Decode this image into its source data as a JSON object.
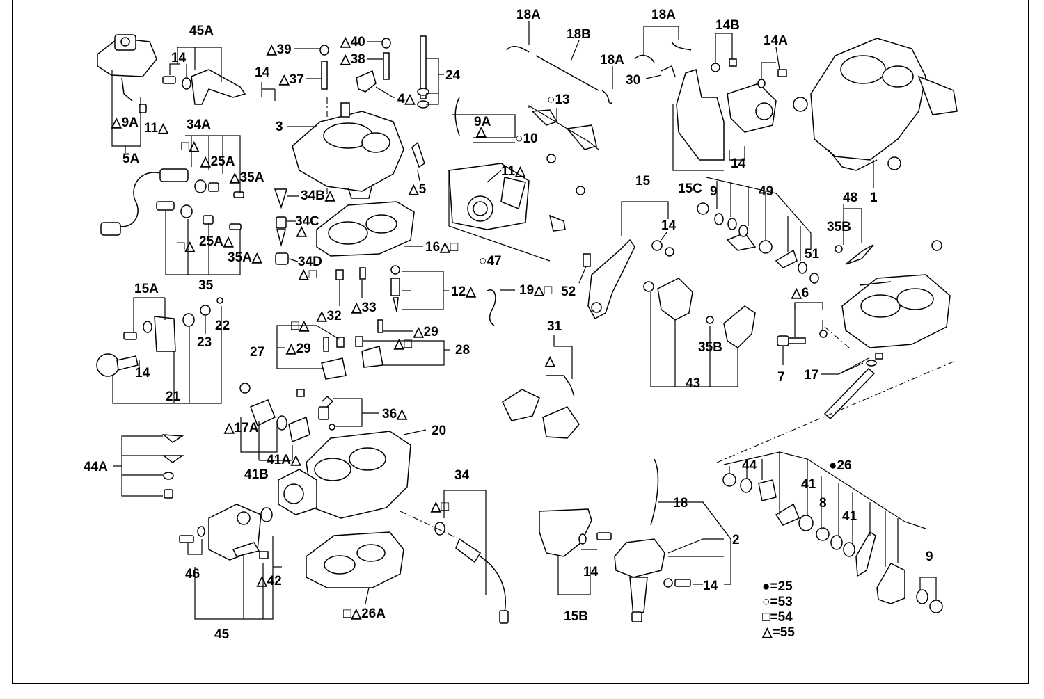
{
  "labels": {
    "l45A": "45A",
    "l14_a": "14",
    "l9A_5A": "△9A",
    "l11_a": "11△",
    "l5A": "5A",
    "l39": "△39",
    "l40": "△40",
    "l38": "△38",
    "l37": "△37",
    "l24": "24",
    "l14_b": "14",
    "l4": "4△",
    "l3": "3",
    "l5": "△5",
    "l34A": "34A",
    "l34A_sym": "□△",
    "l25A": "△25A",
    "l35A": "△35A",
    "l34B": "34B△",
    "l34C": "34C",
    "l34C_sym": "△",
    "l25A2": "25A△",
    "l25A2_sym": "□△",
    "l35A2": "35A△",
    "l35": "35",
    "l34D": "34D",
    "l34D_sym": "△□",
    "l16": "16△□",
    "l18A_1": "18A",
    "l18B": "18B",
    "l18A_2": "18A",
    "l18A_3": "18A",
    "l30": "30",
    "l14B": "14B",
    "l14A": "14A",
    "l14_c": "14",
    "l15C": "15C",
    "l13": "○13",
    "l9A_mid": "9A",
    "l9A_mid_sym": "△",
    "l10": "○10",
    "l11_b": "11△",
    "l47": "○47",
    "l1": "1",
    "l9": "9",
    "l49": "49",
    "l51": "51",
    "l48": "48",
    "l35B_a": "35B",
    "l15": "15",
    "l14_d": "14",
    "l52": "52",
    "l12": "12△",
    "l19": "19△□",
    "l32": "△32",
    "l33": "△33",
    "l27": "27",
    "l27_sym": "□△",
    "l29_a": "△29",
    "l29_b": "△29",
    "l28": "28",
    "l28_sym": "△□",
    "l15A": "15A",
    "l22": "22",
    "l23": "23",
    "l14_e": "14",
    "l21": "21",
    "l31": "31",
    "l31_sym": "△",
    "l6": "△6",
    "l7": "7",
    "l17": "17",
    "l35B_b": "35B",
    "l43": "43",
    "l36": "36△",
    "l20": "20",
    "l17A": "△17A",
    "l41B": "41B",
    "l41A": "41A△",
    "l44A": "44A",
    "l34": "34",
    "l34_sym": "△□",
    "l46": "46",
    "l42": "△42",
    "l45": "45",
    "l26A": "□△26A",
    "l14_f": "14",
    "l15B": "15B",
    "l18": "18",
    "l2": "2",
    "l14_g": "14",
    "l44": "44",
    "l41_a": "41",
    "l8": "8",
    "l26": "●26",
    "l41_b": "41",
    "l9_b": "9"
  },
  "legend": [
    {
      "symbol": "●",
      "text": "=25"
    },
    {
      "symbol": "○",
      "text": "=53"
    },
    {
      "symbol": "□",
      "text": "=54"
    },
    {
      "symbol": "△",
      "text": "=55"
    }
  ]
}
